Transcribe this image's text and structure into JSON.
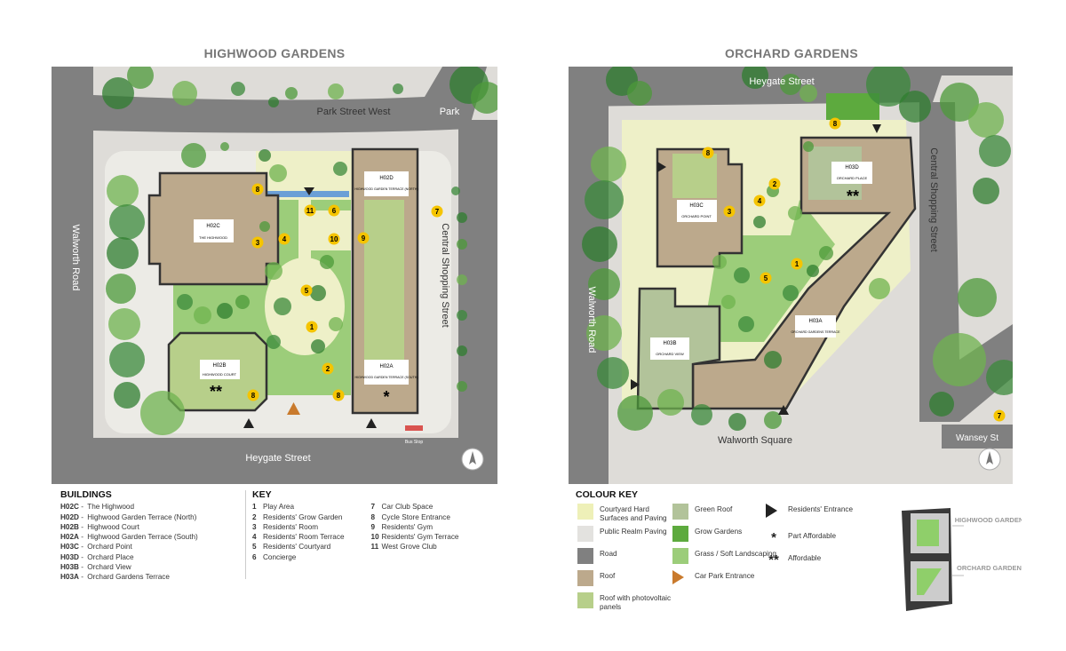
{
  "highwood": {
    "title": "HIGHWOOD GARDENS",
    "streets": {
      "top": "Park Street West",
      "park": "Park",
      "left": "Walworth Road",
      "right": "Central Shopping Street",
      "bottom": "Heygate Street",
      "bus_stop": "Bus Stop"
    },
    "buildings": [
      {
        "code": "H02C",
        "name": "THE HIGHWOOD"
      },
      {
        "code": "H02D",
        "name": "HIGHWOOD GARDEN TERRACE (NORTH)"
      },
      {
        "code": "H02B",
        "name": "HIGHWOOD COURT"
      },
      {
        "code": "H02A",
        "name": "HIGHWOOD GARDEN TERRACE (SOUTH)"
      }
    ],
    "markers": [
      "8",
      "11",
      "6",
      "3",
      "4",
      "10",
      "9",
      "7",
      "5",
      "1",
      "2",
      "8",
      "8"
    ],
    "affordable": "**",
    "part_affordable": "*"
  },
  "orchard": {
    "title": "ORCHARD GARDENS",
    "streets": {
      "top": "Heygate Street",
      "left": "Walworth Road",
      "right": "Central Shopping Street",
      "bottom": "Walworth Square",
      "wansey": "Wansey St"
    },
    "buildings": [
      {
        "code": "H03C",
        "name": "ORCHARD POINT"
      },
      {
        "code": "H03D",
        "name": "ORCHARD PLACE"
      },
      {
        "code": "H03B",
        "name": "ORCHARD VIEW"
      },
      {
        "code": "H03A",
        "name": "ORCHARD GARDENS TERRACE"
      }
    ],
    "markers": [
      "8",
      "8",
      "2",
      "4",
      "3",
      "1",
      "5",
      "7"
    ],
    "affordable": "**"
  },
  "buildings_legend": {
    "title": "BUILDINGS",
    "items": [
      {
        "code": "H02C",
        "name": "The Highwood"
      },
      {
        "code": "H02D",
        "name": "Highwood Garden Terrace (North)"
      },
      {
        "code": "H02B",
        "name": "Highwood Court"
      },
      {
        "code": "H02A",
        "name": "Highwood Garden Terrace (South)"
      },
      {
        "code": "H03C",
        "name": "Orchard Point"
      },
      {
        "code": "H03D",
        "name": "Orchard Place"
      },
      {
        "code": "H03B",
        "name": "Orchard View"
      },
      {
        "code": "H03A",
        "name": "Orchard Gardens Terrace"
      }
    ]
  },
  "key": {
    "title": "KEY",
    "items": [
      {
        "n": "1",
        "label": "Play Area"
      },
      {
        "n": "2",
        "label": "Residents' Grow Garden"
      },
      {
        "n": "3",
        "label": "Residents' Room"
      },
      {
        "n": "4",
        "label": "Residents' Room Terrace"
      },
      {
        "n": "5",
        "label": "Residents' Courtyard"
      },
      {
        "n": "6",
        "label": "Concierge"
      },
      {
        "n": "7",
        "label": "Car Club Space"
      },
      {
        "n": "8",
        "label": "Cycle Store Entrance"
      },
      {
        "n": "9",
        "label": "Residents' Gym"
      },
      {
        "n": "10",
        "label": "Residents' Gym Terrace"
      },
      {
        "n": "11",
        "label": "West Grove Club"
      }
    ]
  },
  "colour_key": {
    "title": "COLOUR KEY",
    "items": [
      {
        "label": "Courtyard Hard Surfaces and Paving",
        "color": "#eef0b8"
      },
      {
        "label": "Public Realm Paving",
        "color": "#e3e2df"
      },
      {
        "label": "Road",
        "color": "#808080"
      },
      {
        "label": "Roof",
        "color": "#bca98c"
      },
      {
        "label": "Roof with photovoltaic panels",
        "color": "#b7cf8a"
      },
      {
        "label": "Green Roof",
        "color": "#b2c39a"
      },
      {
        "label": "Grow Gardens",
        "color": "#5daa3e"
      },
      {
        "label": "Grass / Soft Landscaping",
        "color": "#9ccd7a"
      },
      {
        "label": "Car Park Entrance",
        "color": "#c97a2c"
      },
      {
        "label": "Residents' Entrance",
        "color": "#222222"
      },
      {
        "label": "Part Affordable",
        "symbol": "*"
      },
      {
        "label": "Affordable",
        "symbol": "**"
      }
    ]
  },
  "locator": {
    "labels": [
      "HIGHWOOD GARDENS",
      "ORCHARD GARDENS"
    ]
  }
}
